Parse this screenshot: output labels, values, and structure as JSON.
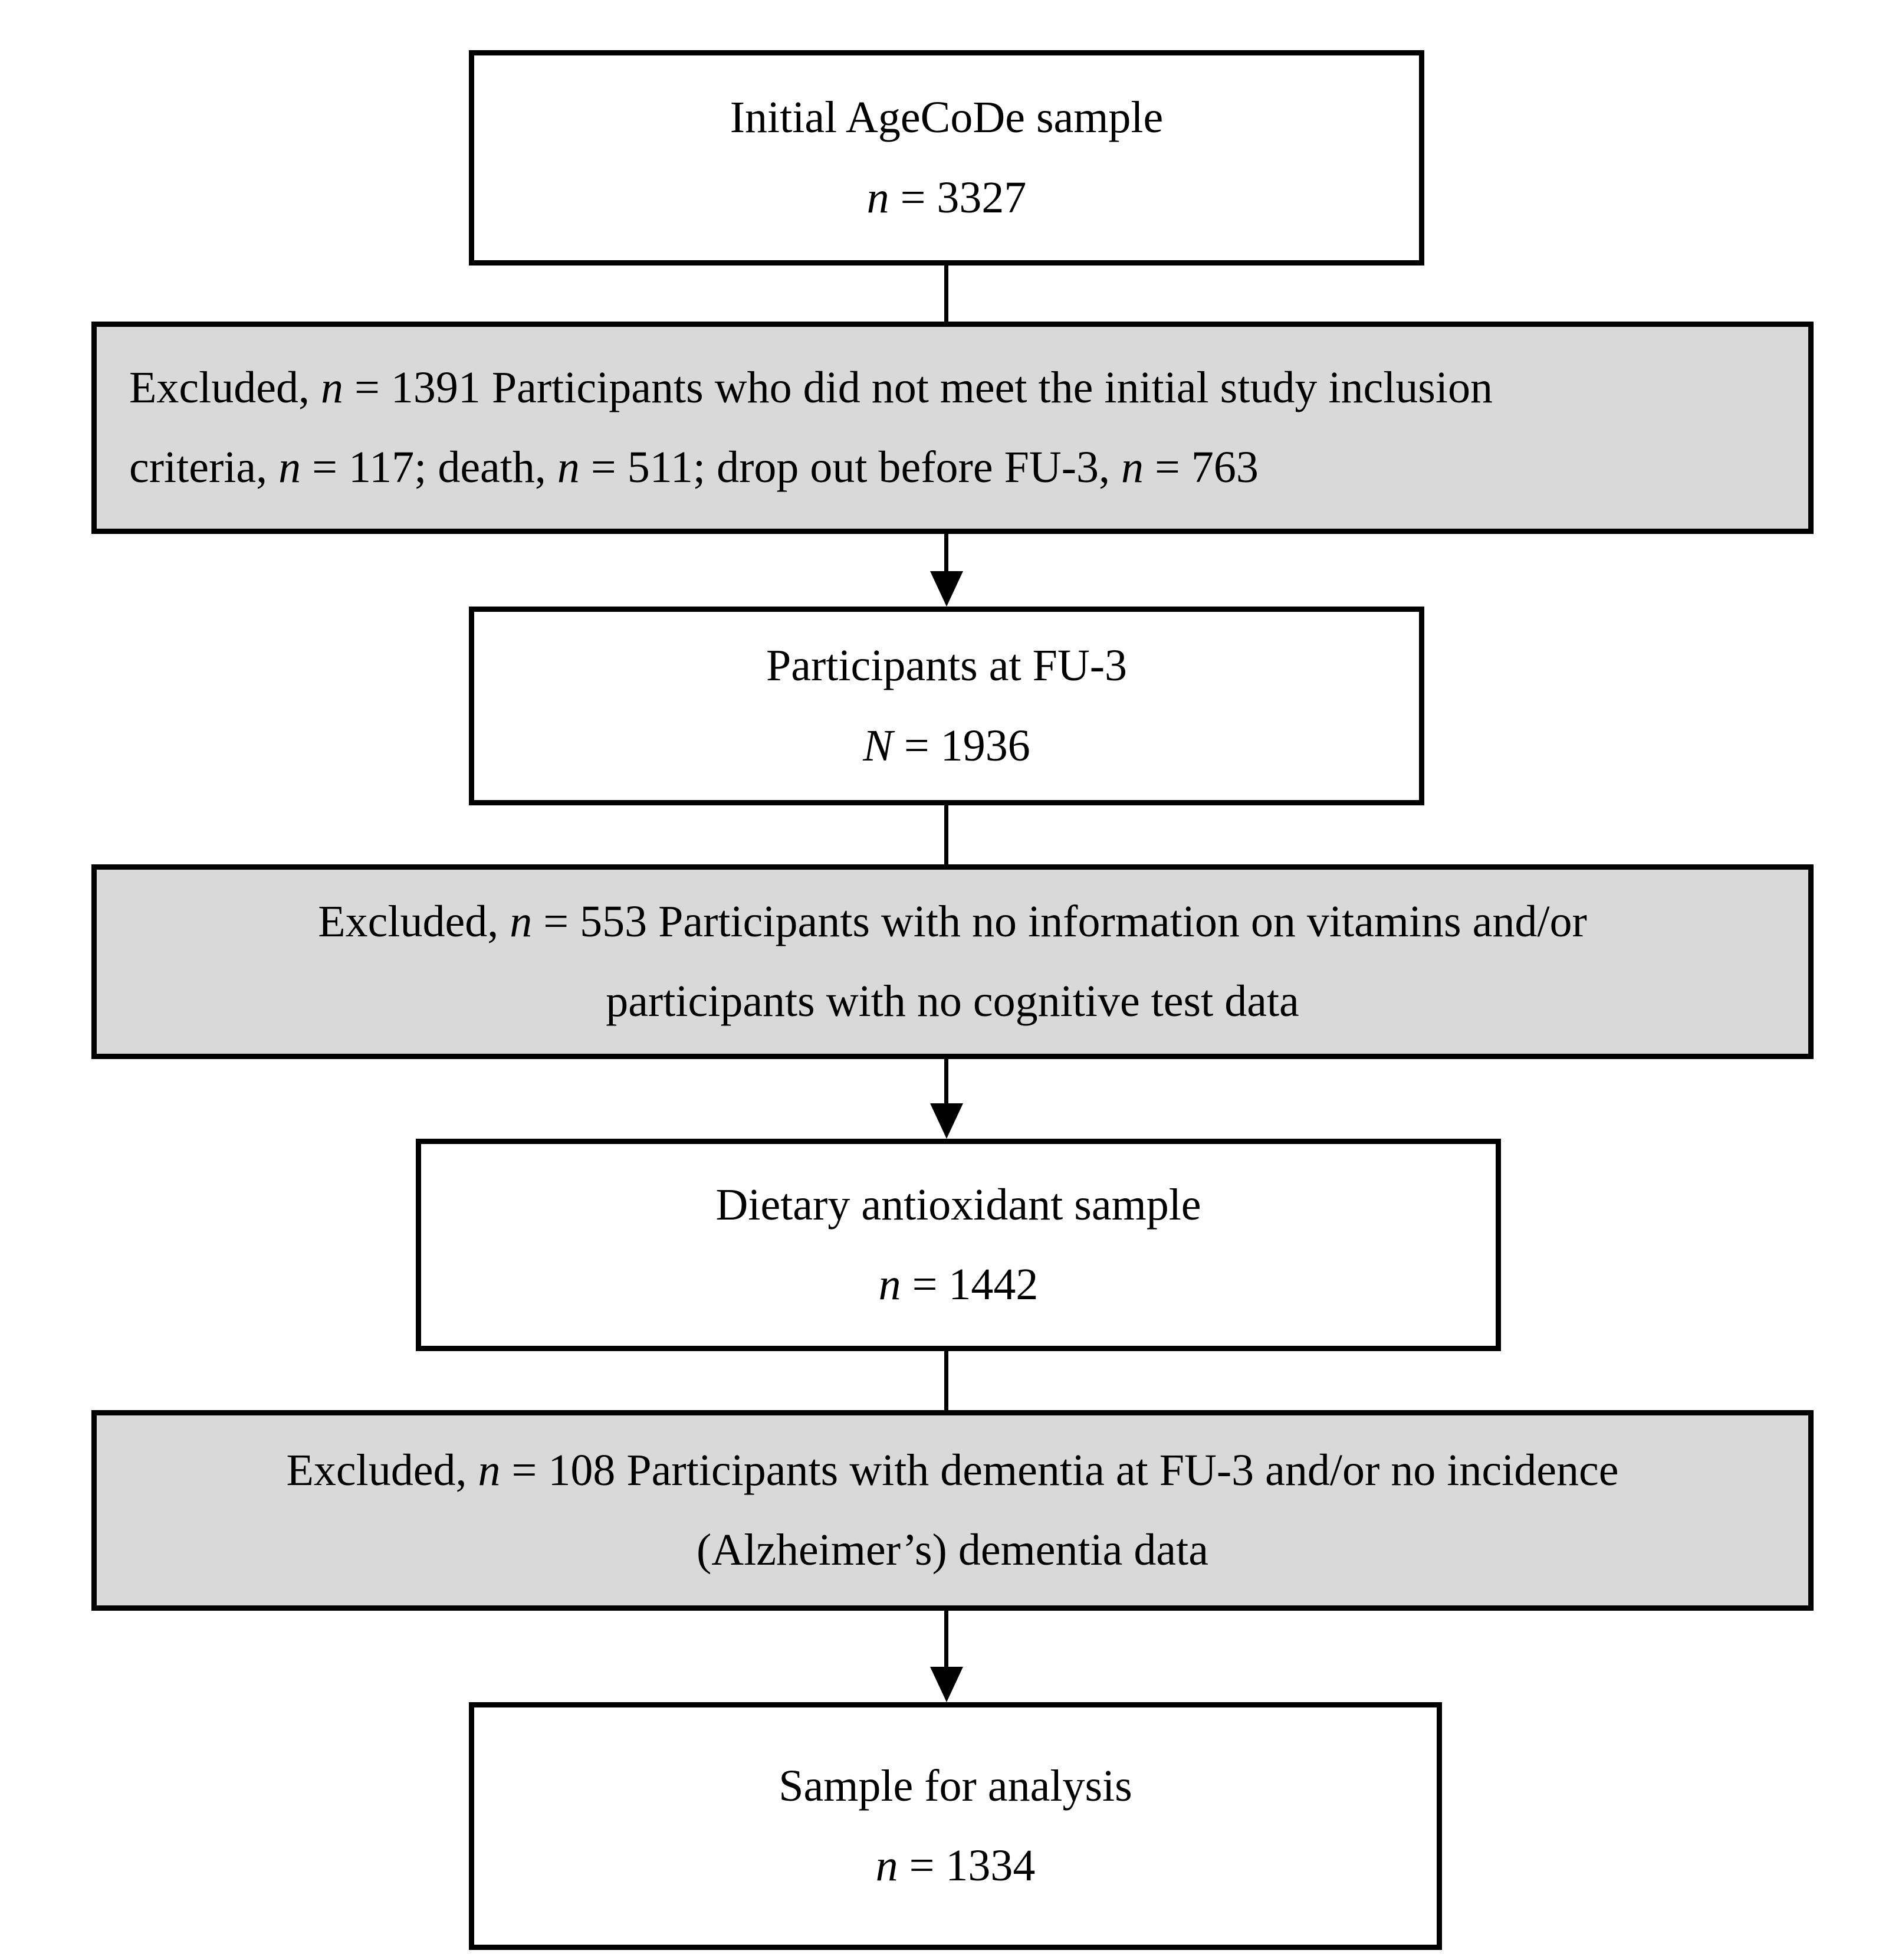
{
  "figure": {
    "title": "AgeCoDe participant flow diagram",
    "colors": {
      "background": "#ffffff",
      "box_border": "#000000",
      "sample_box_fill": "#ffffff",
      "excluded_box_fill": "#d9d9d9",
      "text": "#000000",
      "connector": "#000000"
    },
    "nodes": [
      {
        "id": "initial-sample",
        "kind": "sample",
        "align": "center",
        "lines": [
          [
            {
              "t": "Initial AgeCoDe sample"
            }
          ],
          [
            {
              "t": "n",
              "i": true
            },
            {
              "t": " = 3327"
            }
          ]
        ]
      },
      {
        "id": "excluded-1",
        "kind": "excluded",
        "align": "left",
        "lines": [
          [
            {
              "t": "Excluded, "
            },
            {
              "t": "n",
              "i": true
            },
            {
              "t": " = 1391 Participants who did not meet the initial study inclusion"
            }
          ],
          [
            {
              "t": "criteria, "
            },
            {
              "t": "n",
              "i": true
            },
            {
              "t": " = 117; death, "
            },
            {
              "t": "n",
              "i": true
            },
            {
              "t": " = 511; drop out before FU-3, "
            },
            {
              "t": "n",
              "i": true
            },
            {
              "t": " = 763"
            }
          ]
        ]
      },
      {
        "id": "fu3-sample",
        "kind": "sample",
        "align": "center",
        "lines": [
          [
            {
              "t": "Participants at FU-3"
            }
          ],
          [
            {
              "t": "N",
              "i": true
            },
            {
              "t": " = 1936"
            }
          ]
        ]
      },
      {
        "id": "excluded-2",
        "kind": "excluded",
        "align": "center",
        "lines": [
          [
            {
              "t": "Excluded, "
            },
            {
              "t": "n",
              "i": true
            },
            {
              "t": " = 553 Participants with no information on vitamins and/or"
            }
          ],
          [
            {
              "t": "participants with no cognitive test data"
            }
          ]
        ]
      },
      {
        "id": "dietary-sample",
        "kind": "sample",
        "align": "center",
        "lines": [
          [
            {
              "t": "Dietary antioxidant sample"
            }
          ],
          [
            {
              "t": "n",
              "i": true
            },
            {
              "t": " = 1442"
            }
          ]
        ]
      },
      {
        "id": "excluded-3",
        "kind": "excluded",
        "align": "center",
        "lines": [
          [
            {
              "t": "Excluded, "
            },
            {
              "t": "n",
              "i": true
            },
            {
              "t": " = 108 Participants with dementia at FU-3 and/or no incidence"
            }
          ],
          [
            {
              "t": "(Alzheimer’s) dementia data"
            }
          ]
        ]
      },
      {
        "id": "analysis-sample",
        "kind": "sample",
        "align": "center",
        "lines": [
          [
            {
              "t": "Sample for analysis"
            }
          ],
          [
            {
              "t": "n",
              "i": true
            },
            {
              "t": " = 1334"
            }
          ]
        ]
      }
    ],
    "connectors": [
      {
        "from": "initial-sample",
        "to": "excluded-1",
        "arrow": false
      },
      {
        "from": "excluded-1",
        "to": "fu3-sample",
        "arrow": true
      },
      {
        "from": "fu3-sample",
        "to": "excluded-2",
        "arrow": false
      },
      {
        "from": "excluded-2",
        "to": "dietary-sample",
        "arrow": true
      },
      {
        "from": "dietary-sample",
        "to": "excluded-3",
        "arrow": false
      },
      {
        "from": "excluded-3",
        "to": "analysis-sample",
        "arrow": true
      }
    ]
  }
}
